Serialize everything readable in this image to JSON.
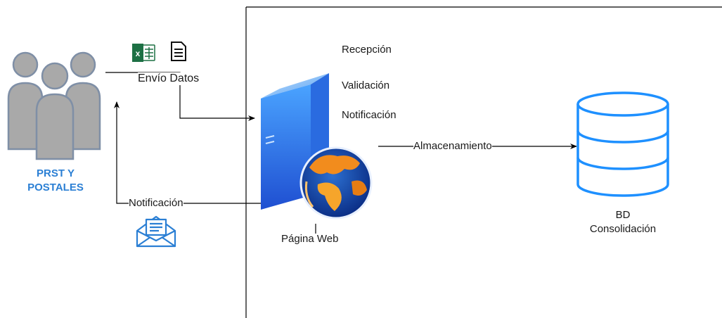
{
  "actor": {
    "label_line1": "PRST Y",
    "label_line2": "POSTALES",
    "icon": "users-group-icon",
    "color": "#2b7fd4"
  },
  "attachments": {
    "excel_icon": "excel-file-icon",
    "document_icon": "document-icon",
    "mail_icon": "envelope-open-icon",
    "excel_color": "#1d7044",
    "mail_color": "#2b7fd4"
  },
  "edges": {
    "send_data": "Envío Datos",
    "notification": "Notificación",
    "storage": "Almacenamiento"
  },
  "server": {
    "icon": "web-server-globe-icon",
    "steps": [
      "Recepción",
      "Validación",
      "Notificación"
    ],
    "label": "Página Web"
  },
  "database": {
    "icon": "database-icon",
    "label_line1": "BD",
    "label_line2": "Consolidación",
    "stroke_color": "#1e90ff"
  }
}
